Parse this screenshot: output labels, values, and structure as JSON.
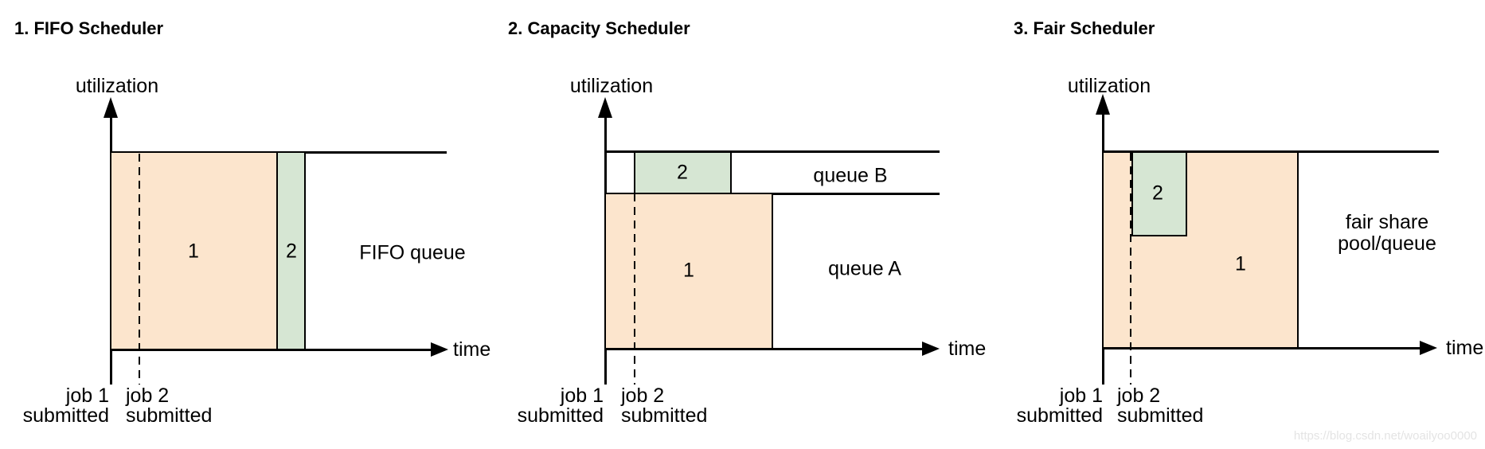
{
  "labels": {
    "utilization": "utilization",
    "time": "time",
    "job1_num": "1",
    "job2_num": "2",
    "job1_line1": "job 1",
    "job2_line1": "job 2",
    "submitted": "submitted"
  },
  "panels": [
    {
      "title": "1. FIFO Scheduler",
      "queue_label": "FIFO queue"
    },
    {
      "title": "2. Capacity Scheduler",
      "queue_top": "queue B",
      "queue_bottom": "queue A"
    },
    {
      "title": "3. Fair Scheduler",
      "queue_line1": "fair share",
      "queue_line2": "pool/queue"
    }
  ],
  "colors": {
    "job1_fill": "#fce5cd",
    "job2_fill": "#d6e6d3",
    "line": "#000000",
    "watermark_text": "#e4e4e4"
  },
  "watermark": "https://blog.csdn.net/woailyoo0000"
}
